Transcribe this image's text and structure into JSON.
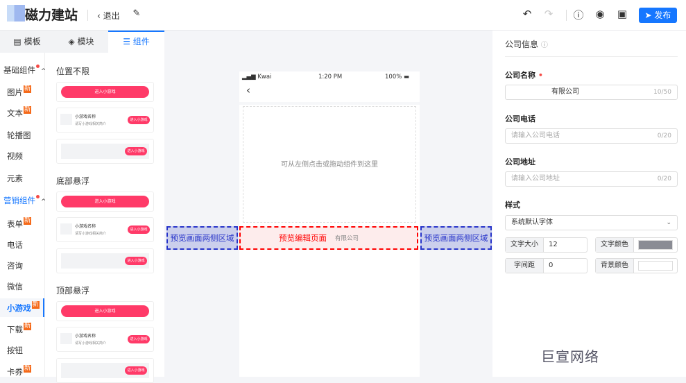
{
  "header": {
    "brand": "磁力建站",
    "exit_label": "退出",
    "publish_label": "发布"
  },
  "tabs": [
    {
      "label": "模板",
      "icon": "layout-icon"
    },
    {
      "label": "模块",
      "icon": "cube-icon"
    },
    {
      "label": "组件",
      "icon": "database-icon",
      "active": true
    }
  ],
  "nav": {
    "groups": [
      {
        "label": "基础组件",
        "items": [
          {
            "label": "图片",
            "new": true
          },
          {
            "label": "文本",
            "new": true
          },
          {
            "label": "轮播图"
          },
          {
            "label": "视频"
          },
          {
            "label": "元素"
          }
        ]
      },
      {
        "label": "营销组件",
        "items": [
          {
            "label": "表单",
            "new": true
          },
          {
            "label": "电话"
          },
          {
            "label": "咨询"
          },
          {
            "label": "微信"
          },
          {
            "label": "小游戏",
            "new": true,
            "active": true
          },
          {
            "label": "下载",
            "new": true
          },
          {
            "label": "按钮"
          },
          {
            "label": "卡券",
            "new": true
          }
        ]
      }
    ],
    "new_badge": "新"
  },
  "components": {
    "sections": [
      "位置不限",
      "底部悬浮",
      "顶部悬浮"
    ],
    "button_label": "进入小游戏",
    "game_name": "小游戏名称",
    "game_desc": "请写小游戏相关简介"
  },
  "phone": {
    "carrier": "Kwai",
    "time": "1:20 PM",
    "battery": "100%",
    "drop_hint": "可从左侧点击或拖动组件到这里",
    "company_preview": "有限公司"
  },
  "annotations": {
    "side_left": "预览画面两侧区域",
    "center": "预览编辑页面",
    "side_right": "预览画面两侧区域"
  },
  "panel": {
    "title": "公司信息",
    "name_label": "公司名称",
    "name_value": "有限公司",
    "name_count": "10/50",
    "phone_label": "公司电话",
    "phone_placeholder": "请输入公司电话",
    "phone_count": "0/20",
    "addr_label": "公司地址",
    "addr_placeholder": "请输入公司地址",
    "addr_count": "0/20",
    "style_label": "样式",
    "font_value": "系统默认字体",
    "font_size_label": "文字大小",
    "font_size_value": "12",
    "text_color_label": "文字颜色",
    "text_color": "#8a8c94",
    "spacing_label": "字间距",
    "spacing_value": "0",
    "bg_color_label": "背景颜色",
    "bg_color": "#ffffff"
  },
  "watermark": "巨宣网络"
}
